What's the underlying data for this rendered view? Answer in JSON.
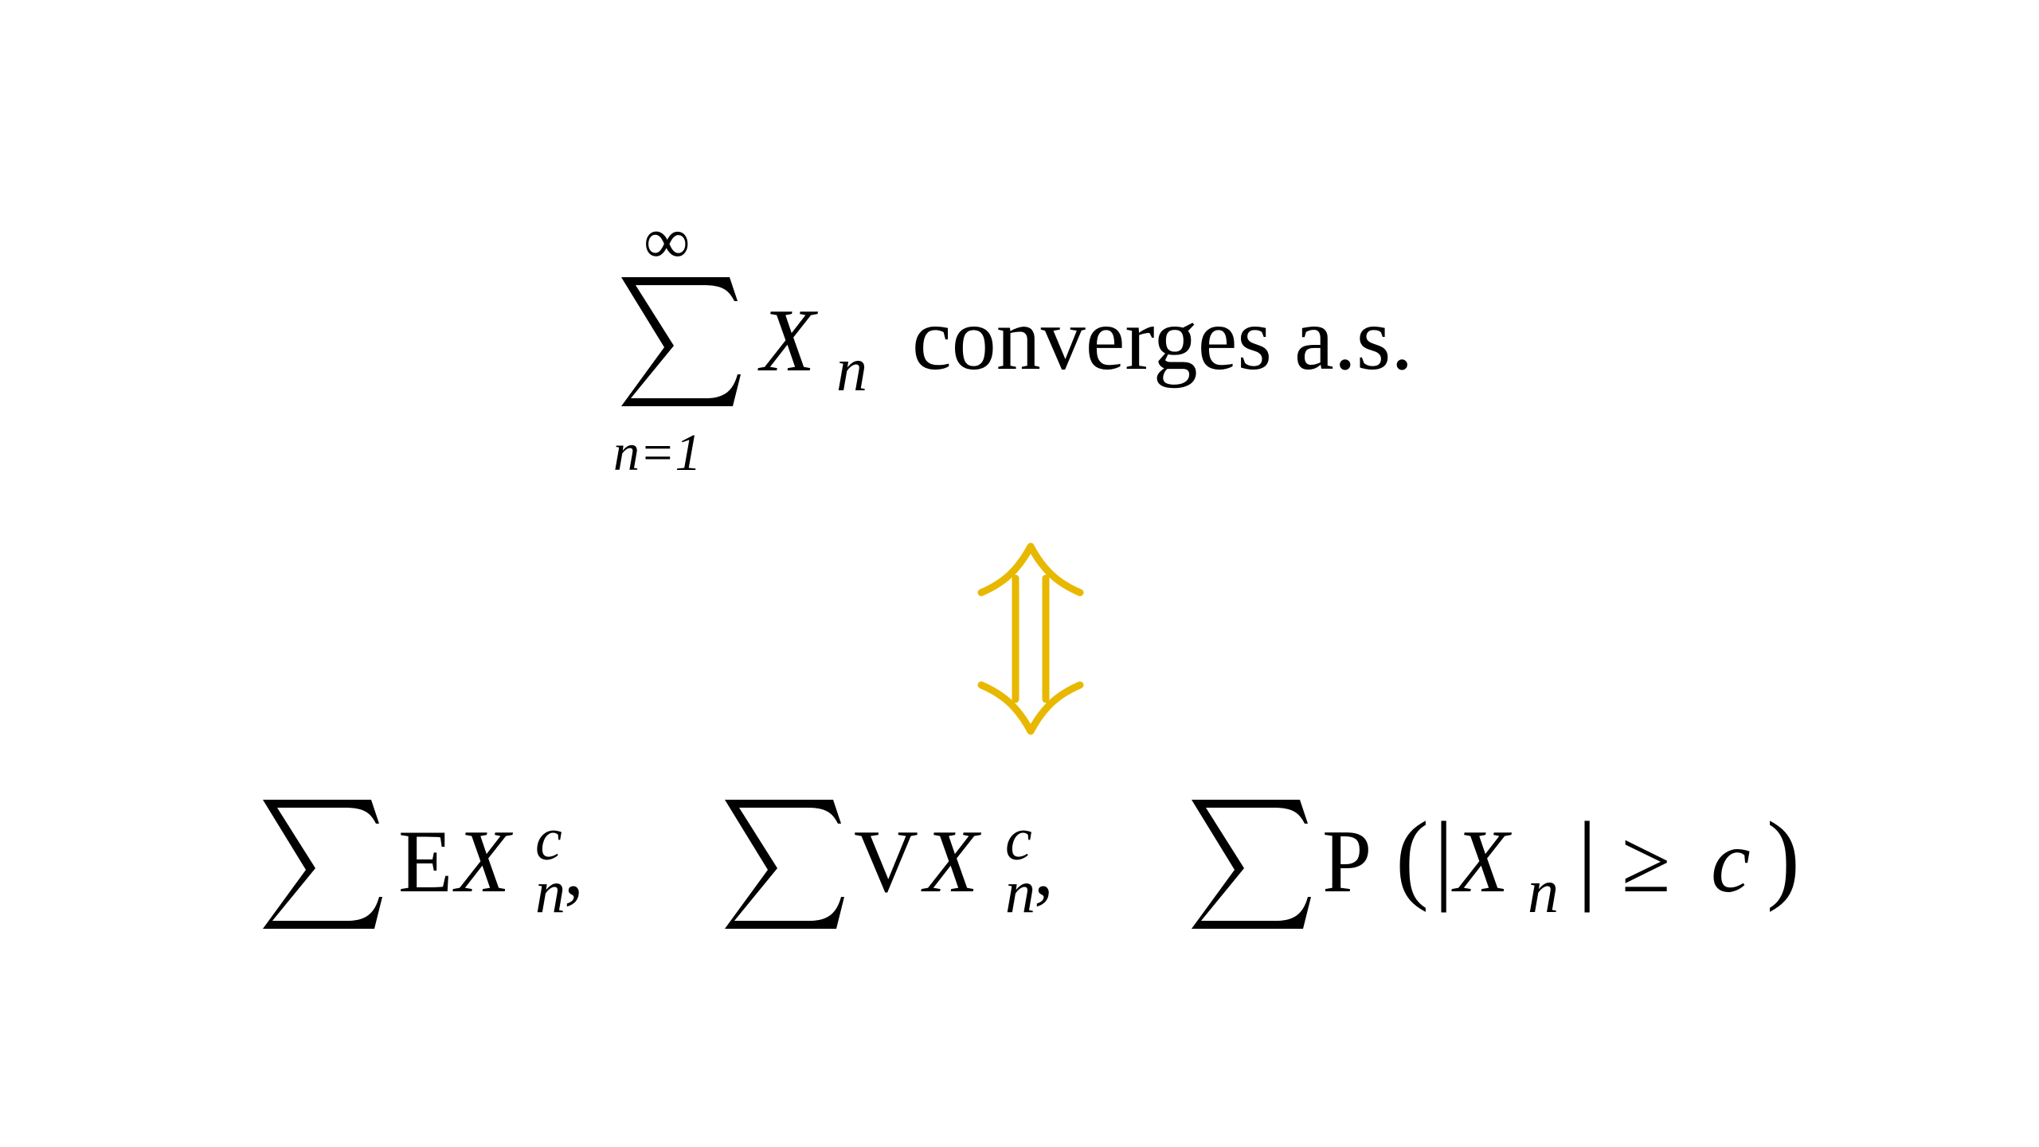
{
  "top_formula": {
    "upper_limit": "∞",
    "lower_limit": "n=1",
    "summand_var": "X",
    "summand_sub": "n",
    "text": "converges a.s."
  },
  "equivalence_arrow": {
    "symbol": "⇕",
    "color": "#E8B800"
  },
  "bottom_formulas": [
    {
      "operator": "E",
      "var": "X",
      "sup": "c",
      "sub": "n",
      "trail": ","
    },
    {
      "operator": "V",
      "var": "X",
      "sup": "c",
      "sub": "n",
      "trail": ","
    },
    {
      "operator": "P",
      "open": "(",
      "bar_l": "|",
      "var": "X",
      "sub": "n",
      "bar_r": "|",
      "rel": "≥",
      "c": "c",
      "close": ")"
    }
  ]
}
